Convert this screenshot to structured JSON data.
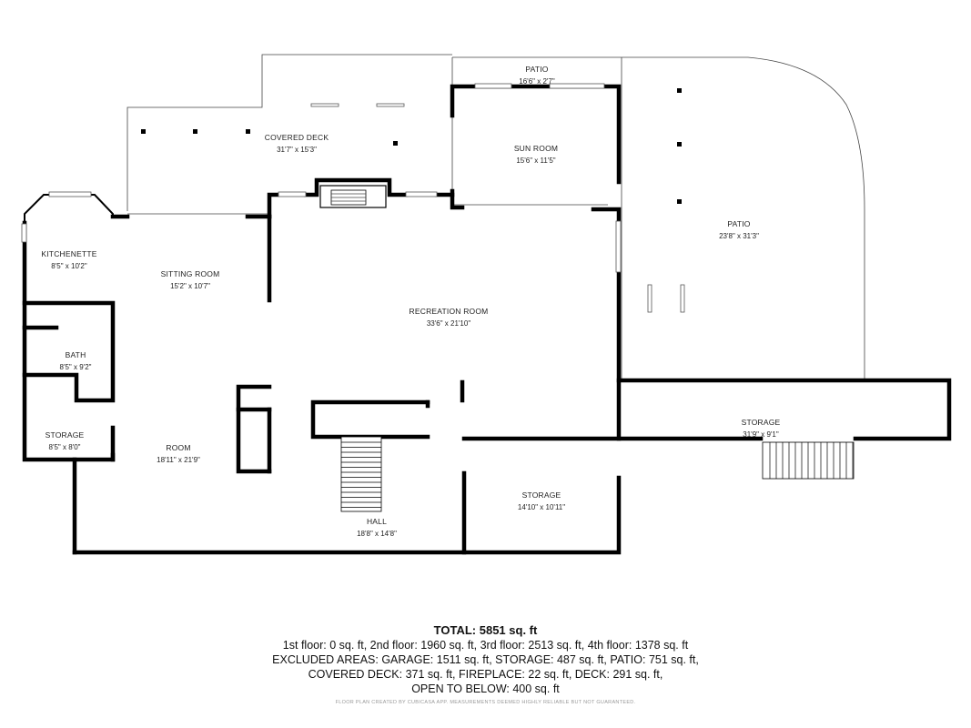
{
  "rooms": [
    {
      "name": "PATIO",
      "dims": "16'6\" x 2'7\""
    },
    {
      "name": "COVERED DECK",
      "dims": "31'7\" x 15'3\""
    },
    {
      "name": "SUN ROOM",
      "dims": "15'6\" x 11'5\""
    },
    {
      "name": "PATIO",
      "dims": "23'8\" x 31'3\""
    },
    {
      "name": "KITCHENETTE",
      "dims": "8'5\" x 10'2\""
    },
    {
      "name": "SITTING ROOM",
      "dims": "15'2\" x 10'7\""
    },
    {
      "name": "RECREATION ROOM",
      "dims": "33'6\" x 21'10\""
    },
    {
      "name": "BATH",
      "dims": "8'5\" x 9'2\""
    },
    {
      "name": "STORAGE",
      "dims": "31'9\" x 9'1\""
    },
    {
      "name": "STORAGE",
      "dims": "8'5\" x 8'0\""
    },
    {
      "name": "ROOM",
      "dims": "18'11\" x 21'9\""
    },
    {
      "name": "STORAGE",
      "dims": "14'10\" x 10'11\""
    },
    {
      "name": "HALL",
      "dims": "18'8\" x 14'8\""
    }
  ],
  "summary": {
    "total": "TOTAL: 5851 sq. ft",
    "lines": [
      "1st floor: 0 sq. ft, 2nd floor: 1960 sq. ft, 3rd floor: 2513 sq. ft, 4th floor: 1378 sq. ft",
      "EXCLUDED AREAS: GARAGE: 1511 sq. ft, STORAGE: 487 sq. ft, PATIO: 751 sq. ft,",
      "COVERED DECK: 371 sq. ft, FIREPLACE: 22 sq. ft, DECK: 291 sq. ft,",
      "OPEN TO BELOW: 400 sq. ft"
    ],
    "credit": "FLOOR PLAN CREATED BY CUBICASA APP. MEASUREMENTS DEEMED HIGHLY RELIABLE BUT NOT GUARANTEED."
  }
}
